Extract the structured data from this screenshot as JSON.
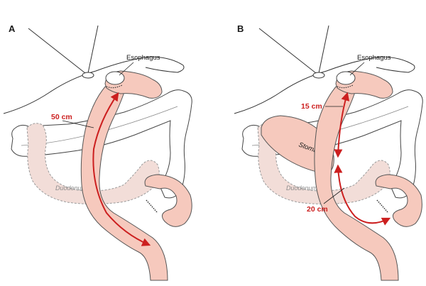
{
  "panels": [
    {
      "letter": "A",
      "esophagus_label": "Esophagus",
      "duodenum_label": "Duodenum",
      "measurements": [
        "50 cm"
      ]
    },
    {
      "letter": "B",
      "esophagus_label": "Esophagus",
      "stomach_label": "Stomach",
      "duodenum_label": "Duodenum",
      "measurements": [
        "15 cm",
        "20 cm"
      ]
    }
  ],
  "colors": {
    "bowel_fill": "#f6c9bd",
    "bowel_stroke": "#555555",
    "colon_fill": "#ffffff",
    "duodenum_fill": "#f2ddd8",
    "arrow_red": "#cc1f1f",
    "line": "#222222"
  }
}
